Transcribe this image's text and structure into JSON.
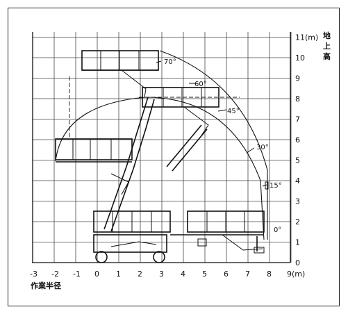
{
  "diagram": {
    "x_ticks": [
      "-3",
      "-2",
      "-1",
      "0",
      "1",
      "2",
      "3",
      "4",
      "5",
      "6",
      "7",
      "8",
      "9(m)"
    ],
    "y_ticks": [
      "0",
      "1",
      "2",
      "3",
      "4",
      "5",
      "6",
      "7",
      "8",
      "9",
      "10",
      "11(m)"
    ],
    "y_label_chars": [
      "地",
      "上",
      "高"
    ],
    "x_label": "作業半径",
    "angle_labels": [
      "70°",
      "60°",
      "45°",
      "30°",
      "15°",
      "0°"
    ]
  }
}
